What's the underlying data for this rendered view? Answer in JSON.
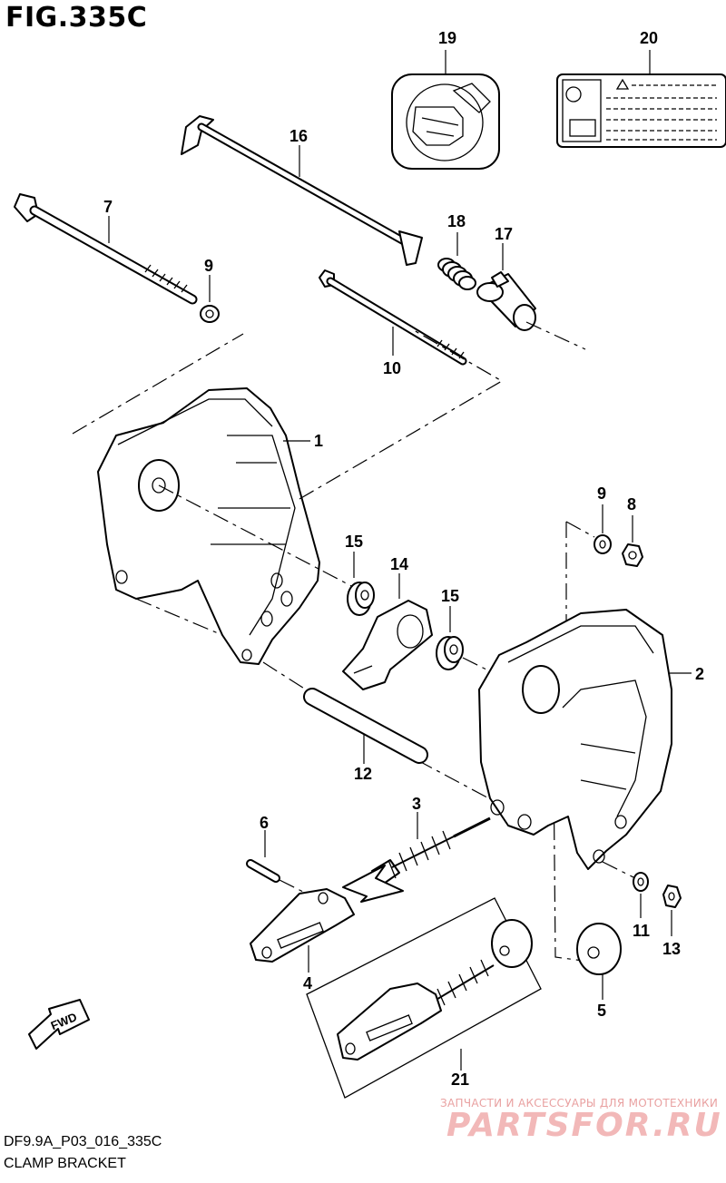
{
  "figure": {
    "title": "FIG.335C",
    "code": "DF9.9A_P03_016_335C",
    "name": "CLAMP BRACKET"
  },
  "callouts": [
    "1",
    "2",
    "3",
    "4",
    "5",
    "6",
    "7",
    "8",
    "9",
    "9",
    "10",
    "11",
    "12",
    "13",
    "14",
    "15",
    "15",
    "16",
    "17",
    "18",
    "19",
    "20",
    "21"
  ],
  "fwd_label": "FWD",
  "watermark": {
    "tagline": "ЗАПЧАСТИ И АКСЕССУАРЫ ДЛЯ МОТОТЕХНИКИ",
    "logo": "PARTSFOR.RU"
  }
}
